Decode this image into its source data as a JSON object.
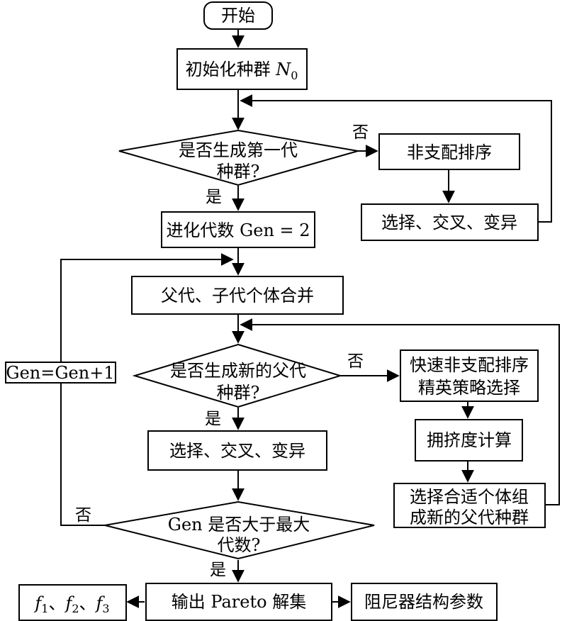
{
  "nodes": {
    "start": "开始",
    "init_a": "初始化种群 ",
    "init_b": "N",
    "init_c": "0",
    "first_gen_q1": "是否生成第一代",
    "first_gen_q2": "种群?",
    "nondom_sort": "非支配排序",
    "sel_cross_mut_1": "选择、交叉、变异",
    "gen_eq_2": "进化代数 Gen = 2",
    "merge": "父代、子代个体合并",
    "gen_increment": "Gen=Gen+1",
    "new_parent_q1": "是否生成新的父代",
    "new_parent_q2": "种群?",
    "fast_sort_1": "快速非支配排序",
    "fast_sort_2": "精英策略选择",
    "crowding": "拥挤度计算",
    "sel_cross_mut_2": "选择、交叉、变异",
    "select_new_1": "选择合适个体组",
    "select_new_2": "成新的父代种群",
    "max_gen_q1": "Gen 是否大于最大",
    "max_gen_q2": "代数?",
    "output_pareto": "输出 Pareto 解集",
    "f1": "f",
    "f1_sub": "1",
    "sep1": "、",
    "f2": "f",
    "f2_sub": "2",
    "sep2": "、",
    "f3": "f",
    "f3_sub": "3",
    "damper_params": "阻尼器结构参数"
  },
  "edge_labels": {
    "no_1": "否",
    "yes_1": "是",
    "no_2": "否",
    "yes_2": "是",
    "no_3": "否",
    "yes_3": "是"
  }
}
